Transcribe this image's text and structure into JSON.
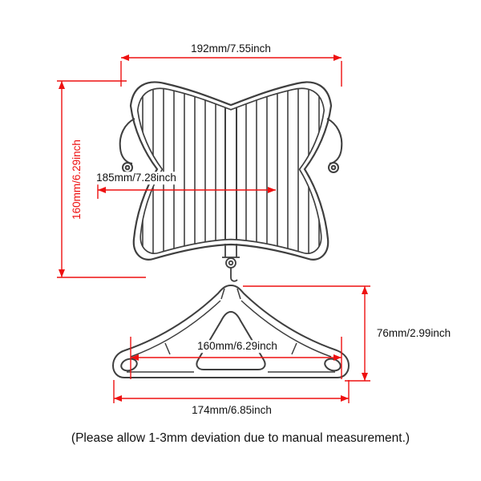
{
  "colors": {
    "dimension_red": "#ee1111",
    "drawing_gray": "#3f3f3f",
    "text_black": "#111111",
    "background": "#ffffff"
  },
  "top_drawing": {
    "width_label": "192mm/7.55inch",
    "height_label": "160mm/6.29inch",
    "inner_width_label": "185mm/7.28inch"
  },
  "bottom_drawing": {
    "inner_width_label": "160mm/6.29inch",
    "height_label": "76mm/2.99inch",
    "width_label": "174mm/6.85inch"
  },
  "note": {
    "caption": "(Please allow 1-3mm deviation due to manual measurement.)"
  }
}
